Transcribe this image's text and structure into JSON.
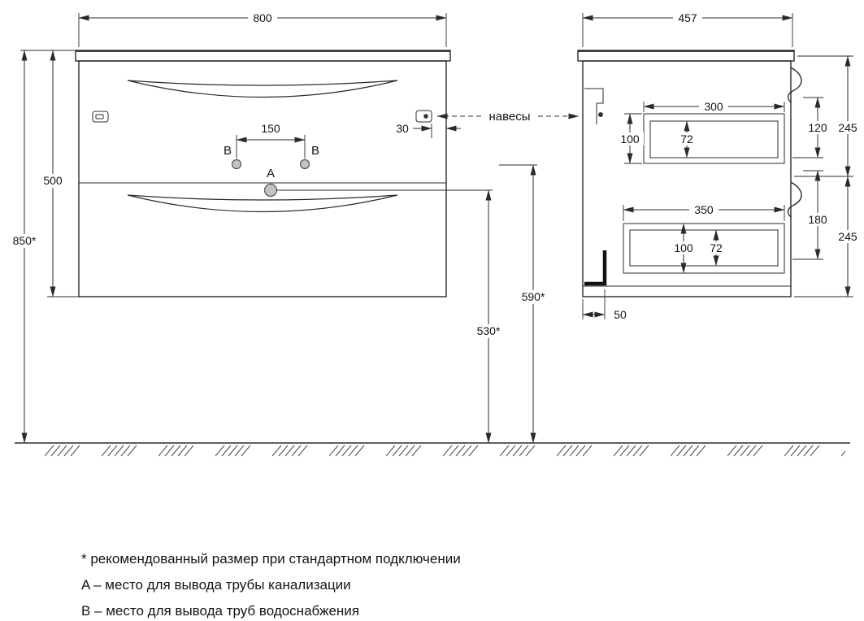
{
  "front_view": {
    "width": "800",
    "overall_height": "850*",
    "cabinet_height": "500",
    "faucet_spacing": "150",
    "hanger_offset": "30",
    "drain_height": "530*",
    "supply_height": "590*",
    "point_a": "A",
    "point_b_left": "B",
    "point_b_right": "B"
  },
  "side_view": {
    "depth": "457",
    "top_drawer": {
      "width": "300",
      "front_height": "100",
      "inner_depth": "72"
    },
    "bottom_drawer": {
      "width": "350",
      "front_height": "100",
      "inner_depth": "72"
    },
    "top_panel_gap": "120",
    "top_panel_height": "245",
    "bottom_panel_gap": "180",
    "bottom_panel_height": "245",
    "pipe_offset": "50"
  },
  "annotations": {
    "hangers": "навесы"
  },
  "legend": {
    "footnote_recommended": "* рекомендованный размер при стандартном подключении",
    "footnote_a": "A – место для вывода трубы канализации",
    "footnote_b": "B – место для вывода труб водоснабжения"
  },
  "colors": {
    "line": "#2b2b2b",
    "point_fill": "#c3c3c3",
    "background": "#ffffff"
  }
}
